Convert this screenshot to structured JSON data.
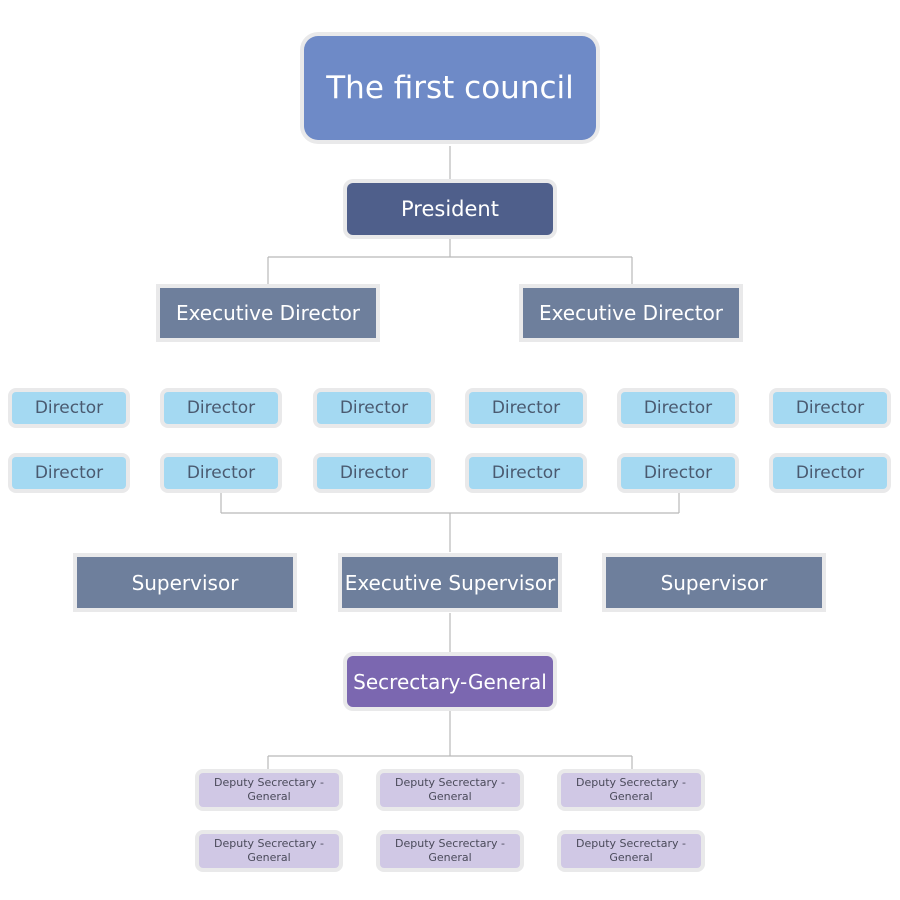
{
  "diagram": {
    "council": "The first council",
    "president": "President",
    "executive_directors": [
      "Executive Director",
      "Executive Director"
    ],
    "directors": [
      "Director",
      "Director",
      "Director",
      "Director",
      "Director",
      "Director",
      "Director",
      "Director",
      "Director",
      "Director",
      "Director",
      "Director"
    ],
    "supervisors": [
      "Supervisor",
      "Executive Supervisor",
      "Supervisor"
    ],
    "secretary_general": "Secrectary-General",
    "deputies": [
      "Deputy Secrectary -General",
      "Deputy Secrectary -General",
      "Deputy Secrectary -General",
      "Deputy Secrectary -General",
      "Deputy Secrectary -General",
      "Deputy Secrectary -General"
    ],
    "colors": {
      "council": "#6e8ac7",
      "president": "#4f5f8b",
      "executive": "#6e7f9c",
      "director": "#a4d9f2",
      "secretary_general": "#7b67b0",
      "deputy": "#d0c8e5",
      "connector": "#b9b9b9"
    }
  }
}
